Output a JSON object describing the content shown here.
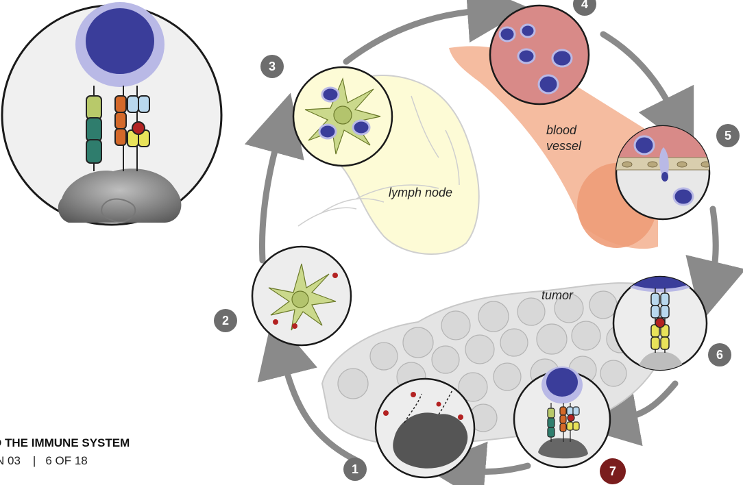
{
  "labels": {
    "lymph_node": "lymph node",
    "blood_vessel_line1": "blood",
    "blood_vessel_line2": "vessel",
    "tumor": "tumor"
  },
  "steps": [
    "1",
    "2",
    "3",
    "4",
    "5",
    "6",
    "7"
  ],
  "footer": {
    "title": "D THE IMMUNE SYSTEM",
    "section": "N 03",
    "separator": "|",
    "page": "6 OF 18"
  },
  "colors": {
    "step_badge": "#6d6d6d",
    "step_badge_highlight": "#7a1d1d",
    "t_cell_nucleus": "#3a3d9a",
    "t_cell_membrane": "#b9b9e6",
    "dendritic_cell": "#cbd98c",
    "lymph_node_fill": "#fdfbd6",
    "blood_vessel_fill": "#f3b08f",
    "blood_vessel_inner": "#d88a88",
    "antigen": "#b32222",
    "arrow": "#8a8a8a"
  }
}
